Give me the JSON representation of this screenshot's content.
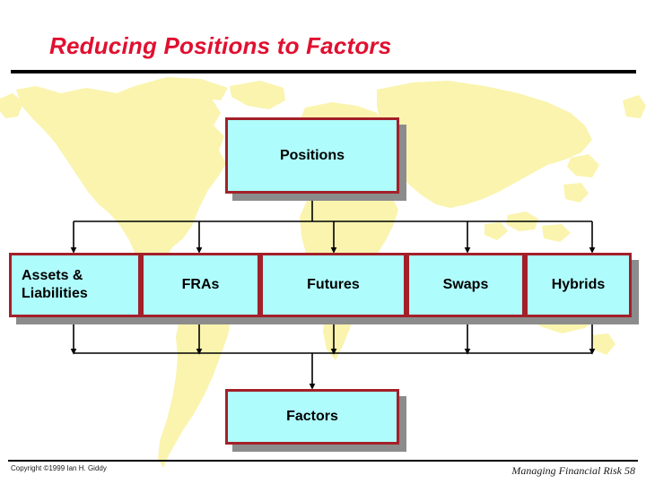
{
  "slide": {
    "title": "Reducing Positions to Factors",
    "title_color": "#E01030",
    "background_map_color": "#FAF4AE",
    "box_fill_color": "#AFFCFC",
    "box_border_color": "#A32029",
    "box_shadow_color": "#8C8C8C"
  },
  "diagram": {
    "top_node": {
      "label": "Positions"
    },
    "middle_nodes": [
      {
        "label_line1": "Assets &",
        "label_line2": "Liabilities"
      },
      {
        "label": "FRAs"
      },
      {
        "label": "Futures"
      },
      {
        "label": "Swaps"
      },
      {
        "label": "Hybrids"
      }
    ],
    "bottom_node": {
      "label": "Factors"
    }
  },
  "footer": {
    "copyright": "Copyright ©1999 Ian H. Giddy",
    "deck_title": "Managing Financial Risk",
    "slide_number": "58",
    "deck_footer": "Managing Financial Risk  58"
  }
}
